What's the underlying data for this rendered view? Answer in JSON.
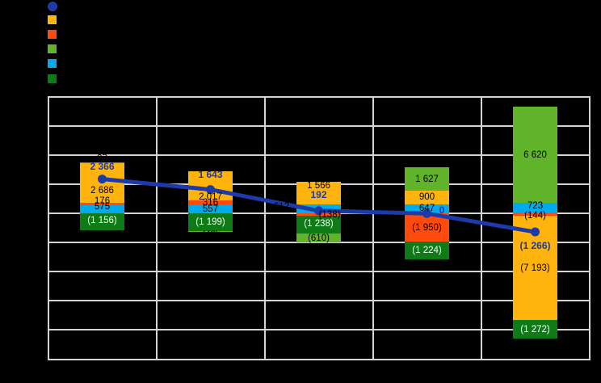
{
  "background_color": "#000000",
  "grid_color": "#D4D4D4",
  "legend": {
    "items": [
      {
        "name": "line-series",
        "shape": "circle",
        "color": "#1C3BA8",
        "label": ""
      },
      {
        "name": "orange-series",
        "shape": "square",
        "color": "#FFB30D",
        "label": ""
      },
      {
        "name": "red-orange-series",
        "shape": "square",
        "color": "#FF4A0D",
        "label": ""
      },
      {
        "name": "light-green-series",
        "shape": "square",
        "color": "#61B42A",
        "label": ""
      },
      {
        "name": "cyan-series",
        "shape": "square",
        "color": "#00ABEC",
        "label": ""
      },
      {
        "name": "dark-green-series",
        "shape": "square",
        "color": "#0F7B16",
        "label": ""
      }
    ]
  },
  "chart_data": {
    "type": "combo-stacked-bar-line",
    "categories": [
      "",
      "",
      "",
      "",
      ""
    ],
    "y_axis": {
      "min": -10000,
      "max": 8000,
      "step": 2000,
      "gridlines": true,
      "tick_labels_visible": false
    },
    "x_axis": {
      "tick_labels_visible": false
    },
    "bar_series": [
      {
        "id": "cyan",
        "color": "#00ABEC",
        "stack_order": 0,
        "label_color": "#000000",
        "values": [
          575,
          557,
          612,
          647,
          723
        ],
        "labels": [
          "575",
          "557",
          "612",
          "647",
          "723"
        ]
      },
      {
        "id": "red-orange",
        "color": "#FF4A0D",
        "stack_order": 1,
        "label_color": "#000000",
        "values": [
          176,
          316,
          -138,
          -1950,
          -144
        ],
        "labels": [
          "176",
          "316",
          "(138)",
          "(1 950)",
          "(144)"
        ]
      },
      {
        "id": "orange",
        "color": "#FFB30D",
        "stack_order": 2,
        "label_color": "#000000",
        "values": [
          2686,
          2017,
          1566,
          900,
          -7193
        ],
        "labels": [
          "2 686",
          "2 017",
          "1 566",
          "900",
          "(7 193)"
        ]
      },
      {
        "id": "dark-green",
        "color": "#0F7B16",
        "stack_order": 3,
        "label_color": "#FFFFFF",
        "values": [
          -1156,
          -1199,
          -1238,
          -1224,
          -1272
        ],
        "labels": [
          "(1 156)",
          "(1 199)",
          "(1 238)",
          "(1 224)",
          "(1 272)"
        ]
      },
      {
        "id": "light-green",
        "color": "#61B42A",
        "stack_order": 4,
        "label_color": "#000000",
        "values": [
          85,
          -48,
          -610,
          1627,
          6620
        ],
        "labels": [
          "85",
          "(48)",
          "(610)",
          "1 627",
          "6 620"
        ]
      }
    ],
    "line_series": {
      "id": "line",
      "color": "#1C3BA8",
      "label_color": "#1C3BA8",
      "values": [
        2366,
        1643,
        192,
        0,
        -1266
      ],
      "labels": [
        "2 366",
        "1 643",
        "192",
        "0",
        "(1 266)"
      ]
    }
  }
}
